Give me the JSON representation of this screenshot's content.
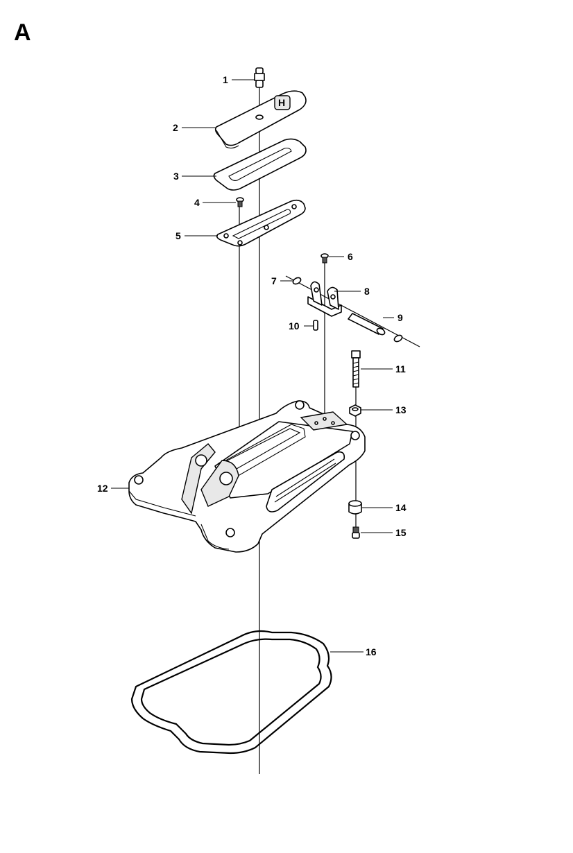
{
  "section": {
    "letter": "A"
  },
  "callouts": [
    {
      "id": "1",
      "label": "1"
    },
    {
      "id": "2",
      "label": "2"
    },
    {
      "id": "3",
      "label": "3"
    },
    {
      "id": "4",
      "label": "4"
    },
    {
      "id": "5",
      "label": "5"
    },
    {
      "id": "6",
      "label": "6"
    },
    {
      "id": "7",
      "label": "7"
    },
    {
      "id": "8",
      "label": "8"
    },
    {
      "id": "9",
      "label": "9"
    },
    {
      "id": "10",
      "label": "10"
    },
    {
      "id": "11",
      "label": "11"
    },
    {
      "id": "12",
      "label": "12"
    },
    {
      "id": "13",
      "label": "13"
    },
    {
      "id": "14",
      "label": "14"
    },
    {
      "id": "15",
      "label": "15"
    },
    {
      "id": "16",
      "label": "16"
    }
  ],
  "logo": {
    "text": "H"
  }
}
